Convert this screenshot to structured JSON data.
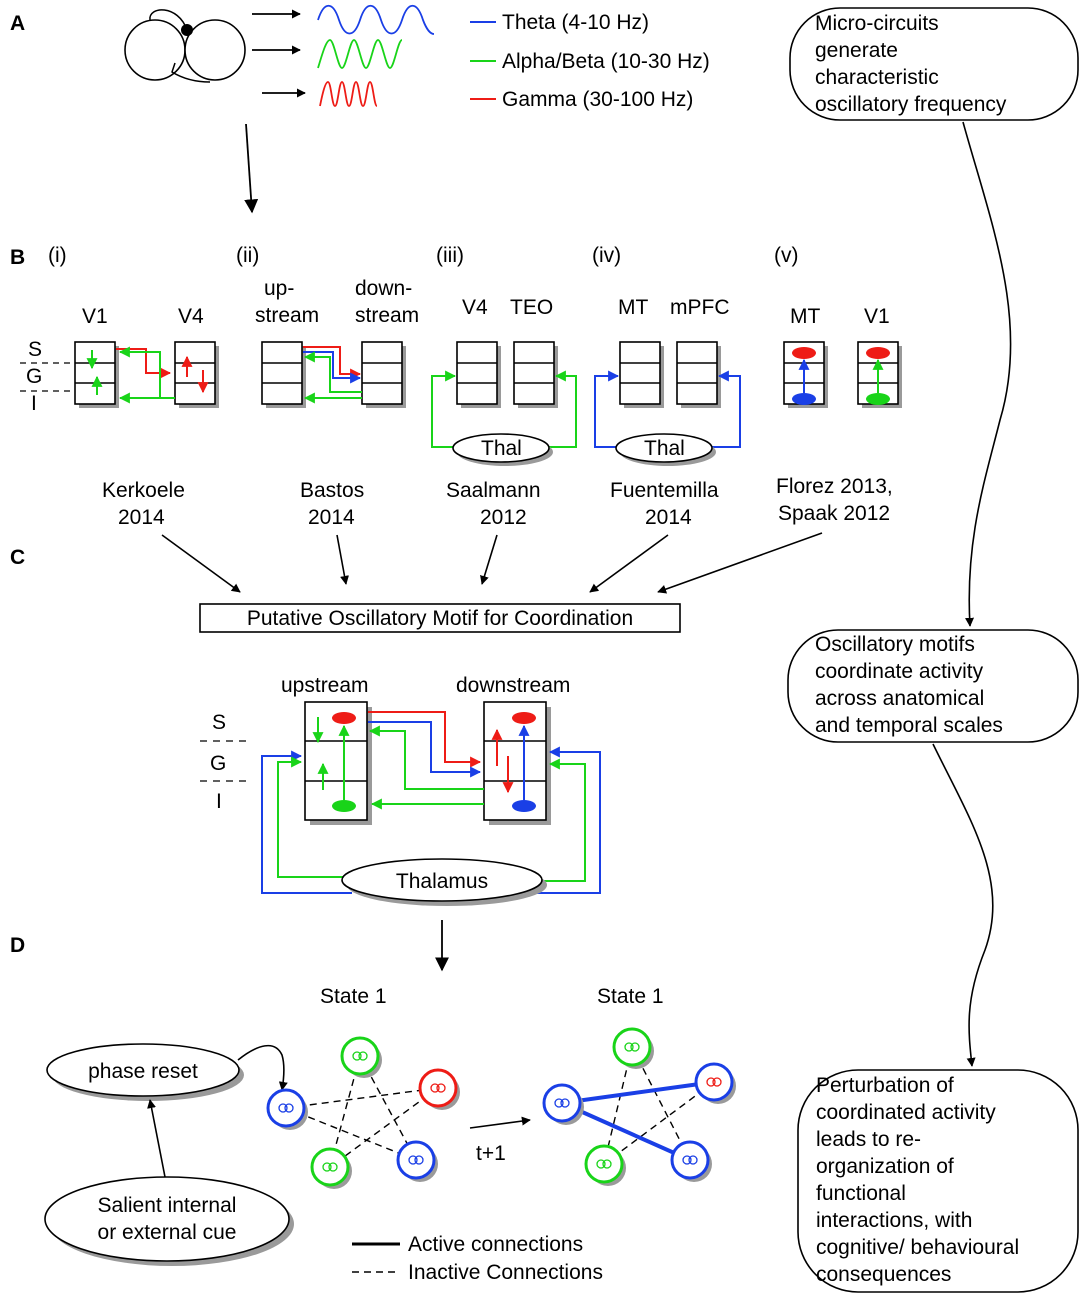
{
  "panels": {
    "a": "A",
    "b": "B",
    "c": "C",
    "d": "D"
  },
  "legend_a": {
    "theta": "Theta (4-10 Hz)",
    "alpha_beta": "Alpha/Beta (10-30 Hz)",
    "gamma": "Gamma (30-100 Hz)"
  },
  "colors": {
    "theta": "#1a3fe6",
    "alpha_beta": "#19d419",
    "gamma": "#ee1c16"
  },
  "right_notes": {
    "n1": [
      "Micro-circuits",
      "generate",
      "characteristic",
      "oscillatory frequency"
    ],
    "n2": [
      "Oscillatory motifs",
      "coordinate activity",
      "across anatomical",
      "and temporal scales"
    ],
    "n3": [
      "Perturbation of",
      "coordinated activity",
      "leads to re-",
      "organization of",
      "functional",
      "interactions, with",
      "cognitive/ behavioural",
      "consequences"
    ]
  },
  "motifs": [
    {
      "num": "(i)",
      "area1": "V1",
      "area2": "V4",
      "cite": [
        "Kerkoele",
        "2014"
      ]
    },
    {
      "num": "(ii)",
      "area1": [
        "up-",
        "stream"
      ],
      "area2": [
        "down-",
        "stream"
      ],
      "cite": [
        "Bastos",
        "2014"
      ]
    },
    {
      "num": "(iii)",
      "area1": "V4",
      "area2": "TEO",
      "thal": "Thal",
      "cite": [
        "Saalmann",
        "2012"
      ]
    },
    {
      "num": "(iv)",
      "area1": "MT",
      "area2": "mPFC",
      "thal": "Thal",
      "cite": [
        "Fuentemilla",
        "2014"
      ]
    },
    {
      "num": "(v)",
      "area1": "MT",
      "area2": "V1",
      "cite": [
        "Florez 2013,",
        "Spaak 2012"
      ]
    }
  ],
  "layers": {
    "s": "S",
    "g": "G",
    "i": "I"
  },
  "panel_c": {
    "title": "Putative Oscillatory Motif for Coordination",
    "upstream": "upstream",
    "downstream": "downstream",
    "thalamus": "Thalamus"
  },
  "panel_d": {
    "state_left": "State 1",
    "state_right": "State 1",
    "phase_reset": "phase reset",
    "cue": [
      "Salient internal",
      "or external cue"
    ],
    "step": "t+1",
    "legend_active": "Active connections",
    "legend_inactive": "Inactive Connections"
  }
}
